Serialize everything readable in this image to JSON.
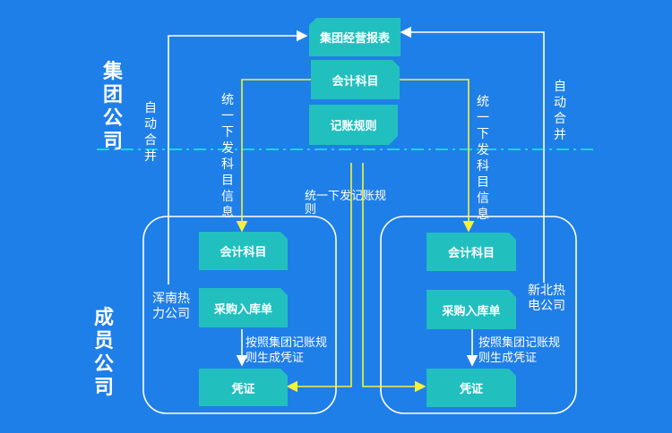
{
  "sections": {
    "group": "集团公司",
    "member": "成员公司"
  },
  "top_boxes": {
    "report": "集团经营报表",
    "accounts": "会计科目",
    "rules": "记账规则"
  },
  "flows": {
    "auto_merge_left": "自动合并",
    "auto_merge_right": "自动合并",
    "distribute_accounts_left": "统一下发科目信息",
    "distribute_accounts_right": "统一下发科目信息",
    "distribute_rules": "统一下发记账规则"
  },
  "left_company": {
    "name": "浑南热力公司",
    "accounts": "会计科目",
    "purchase": "采购入库单",
    "rule_note": "按照集团记账规则生成凭证",
    "voucher": "凭证"
  },
  "right_company": {
    "name": "新北热电公司",
    "accounts": "会计科目",
    "purchase": "采购入库单",
    "rule_note": "按照集团记账规则生成凭证",
    "voucher": "凭证"
  }
}
